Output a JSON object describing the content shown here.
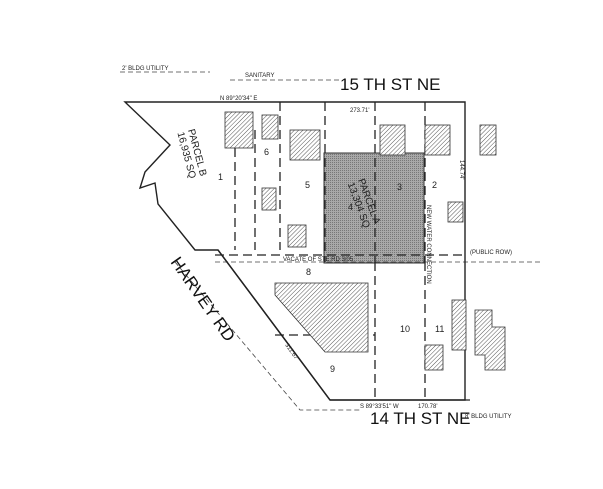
{
  "map": {
    "streets": {
      "north": "15 TH ST NE",
      "south": "14 TH ST NE",
      "west": "HARVEY RD"
    },
    "parcels": [
      {
        "label": "PARCEL B",
        "area": "16,935 SQ"
      },
      {
        "label": "PARCEL A",
        "area": "13,304 SQ"
      }
    ],
    "lots": [
      "1",
      "6",
      "5",
      "4",
      "3",
      "2",
      "8",
      "10",
      "11",
      "9"
    ],
    "annotations": {
      "sanitary": "SANITARY",
      "vacate": "VACATE OF STE RD 3/05",
      "public": "(PUBLIC ROW)",
      "new_water": "NEW WATER CONNECTION",
      "top_dim": "273.71'",
      "bottom_dim": "170.78'",
      "right_dim": "144.74'",
      "harvey_dim": "311.67'",
      "north_bearing": "N 89°20'34\" E",
      "south_bearing": "S 89°33'51\" W",
      "util_ne": "2' BLDG UTILITY",
      "util_se": "8' BLDG UTILITY"
    },
    "colors": {
      "parcel_fill": "#9a9a9a",
      "line": "#222222"
    }
  }
}
